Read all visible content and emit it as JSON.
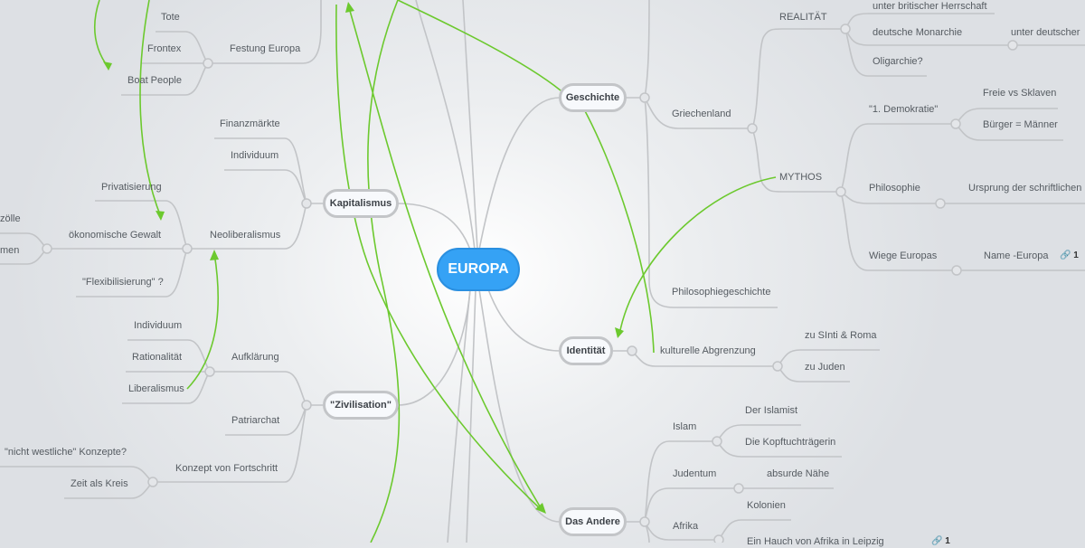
{
  "root": {
    "label": "EUROPA"
  },
  "colors": {
    "root": "#35a2f5",
    "connection": "#6cc92e",
    "branch": "#c2c4c7"
  },
  "left": {
    "festung": {
      "label": "Festung Europa",
      "children": [
        "Tote",
        "Frontex",
        "Boat People"
      ]
    },
    "kapitalismus": {
      "label": "Kapitalismus",
      "children": [
        "Finanzmärkte",
        "Individuum"
      ],
      "neoliberalismus": {
        "label": "Neoliberalismus",
        "children": [
          "Privatisierung",
          "\"Flexibilisierung\" ?"
        ],
        "gewalt": {
          "label": "ökonomische Gewalt",
          "children": [
            "zölle",
            "men"
          ]
        }
      }
    },
    "zivilisation": {
      "label": "\"Zivilisation\"",
      "aufklaerung": {
        "label": "Aufklärung",
        "children": [
          "Individuum",
          "Rationalität",
          "Liberalismus"
        ]
      },
      "patriarchat": "Patriarchat",
      "fortschritt": {
        "label": "Konzept von Fortschritt",
        "children": [
          "\"nicht westliche\" Konzepte?",
          "Zeit als Kreis"
        ]
      }
    }
  },
  "right": {
    "geschichte": {
      "label": "Geschichte",
      "griechenland": {
        "label": "Griechenland",
        "realitaet": {
          "label": "REALITÄT",
          "children": [
            "unter britischer Herrschaft",
            "deutsche Monarchie",
            "Oligarchie?"
          ],
          "monarchie_child": "unter deutscher"
        },
        "mythos": {
          "label": "MYTHOS",
          "demokratie": {
            "label": "\"1. Demokratie\"",
            "children": [
              "Freie vs Sklaven",
              "Bürger =  Männer"
            ]
          },
          "philosophie": {
            "label": "Philosophie",
            "child": "Ursprung der schriftlichen"
          },
          "wiege": {
            "label": "Wiege Europas",
            "child": "Name -Europa",
            "link_count": "1"
          }
        }
      },
      "philosophiegeschichte": "Philosophiegeschichte"
    },
    "identitaet": {
      "label": "Identität",
      "abgrenzung": {
        "label": "kulturelle Abgrenzung",
        "children": [
          "zu SInti & Roma",
          "zu Juden"
        ]
      }
    },
    "andere": {
      "label": "Das Andere",
      "islam": {
        "label": "Islam",
        "children": [
          "Der Islamist",
          "Die Kopftuchträgerin"
        ]
      },
      "judentum": {
        "label": "Judentum",
        "child": "absurde Nähe"
      },
      "afrika": {
        "label": "Afrika",
        "children": [
          "Kolonien",
          "Ein Hauch von Afrika in Leipzig"
        ],
        "link_count": "1"
      }
    }
  }
}
